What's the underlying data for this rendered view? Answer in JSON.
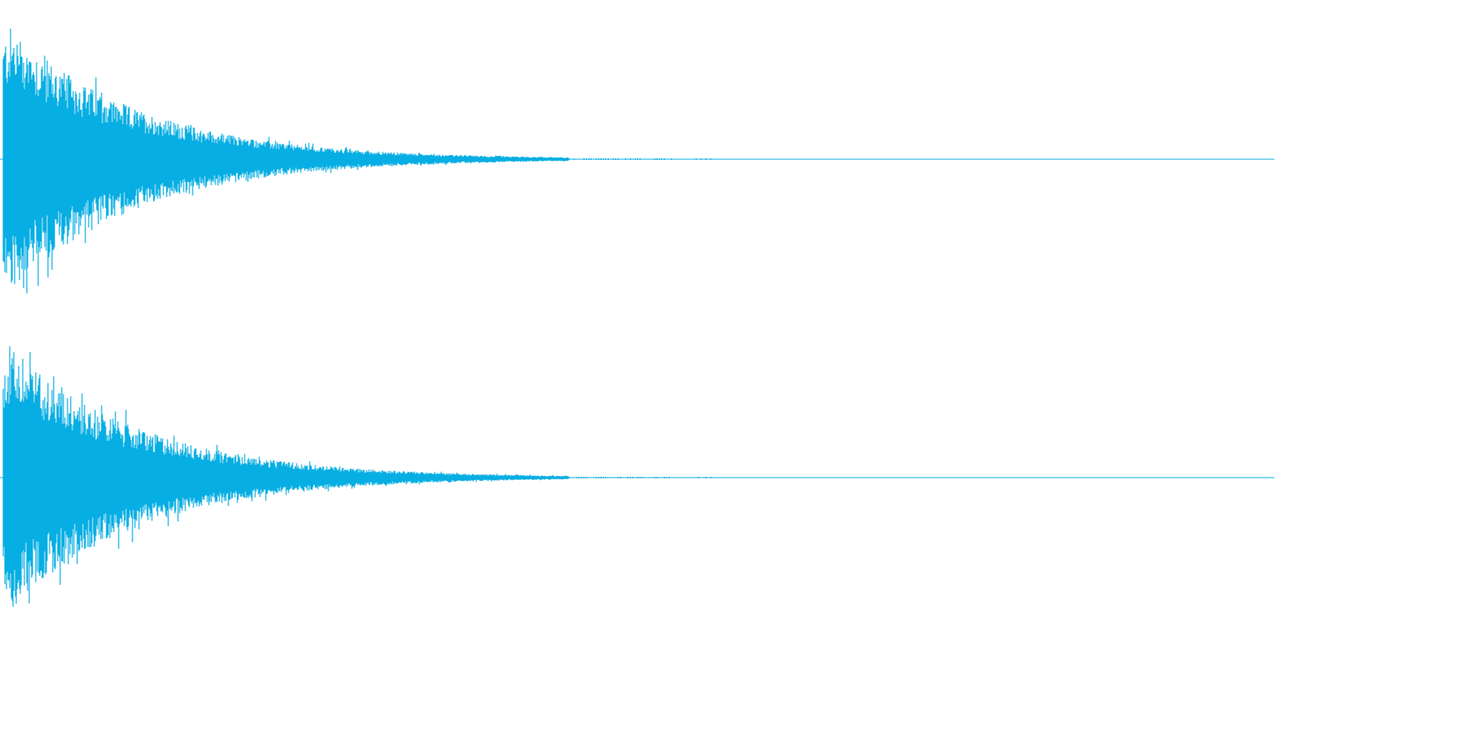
{
  "waveform": {
    "color": "#07aee3",
    "background": "#ffffff",
    "channel_count": 2,
    "channels": [
      {
        "name": "channel-1"
      },
      {
        "name": "channel-2"
      }
    ]
  }
}
